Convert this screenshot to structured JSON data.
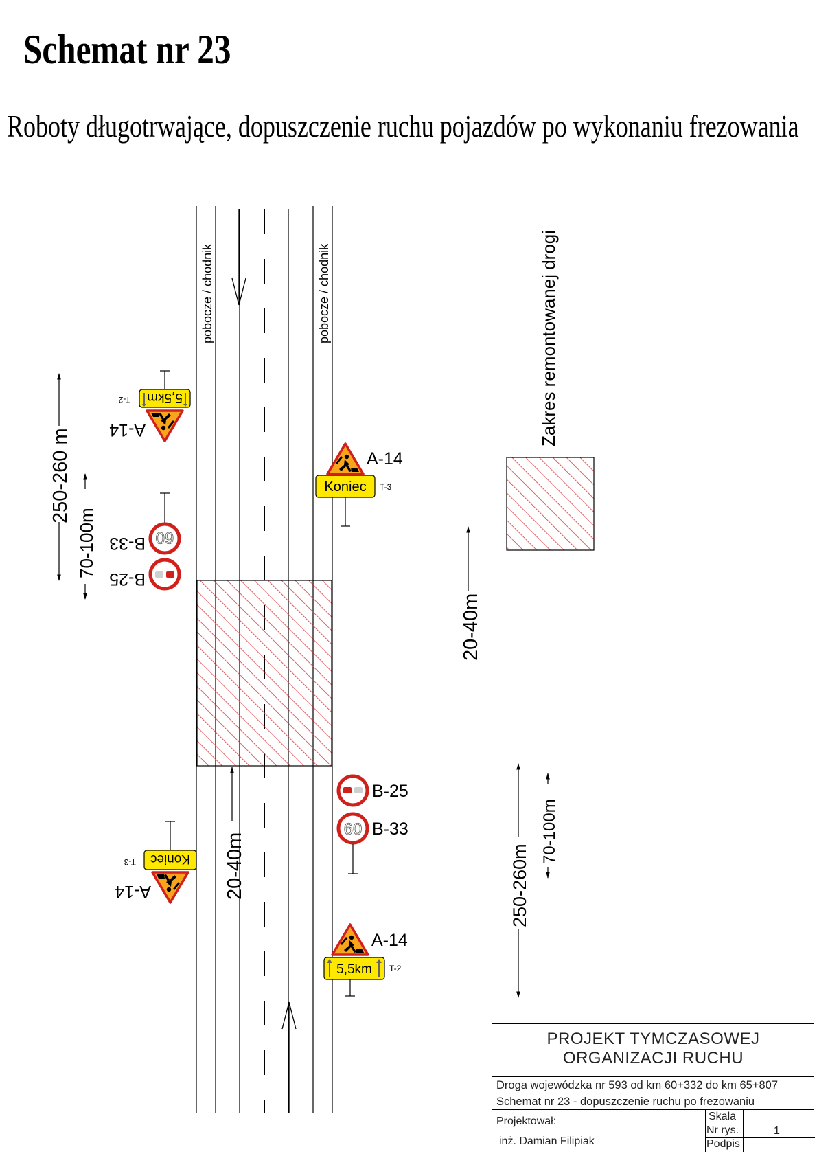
{
  "title": "Schemat nr 23",
  "subtitle": "Roboty długotrwające, dopuszczenie ruchu pojazdów po wykonaniu frezowania",
  "road_labels": {
    "left_shoulder": "pobocze / chodnik",
    "right_shoulder": "pobocze / chodnik"
  },
  "legend_label": "Zakres remontowanej drogi",
  "signs": {
    "a14": "A-14",
    "b33": "B-33",
    "b25": "B-25",
    "t2": "T-2",
    "t3": "T-3",
    "koniec": "Koniec",
    "distance_plate": "5,5km",
    "speed_limit": "60"
  },
  "dimensions": {
    "left_long": "250-260 m",
    "left_short": "70-100m",
    "right_long": "250-260m",
    "right_short": "70-100m",
    "gap_upper": "20-40m",
    "gap_lower": "20-40m"
  },
  "colors": {
    "hatch": "#e0393b",
    "sign_yellow": "#ffe800",
    "sign_orange": "#f9a51b",
    "sign_red": "#d0201c"
  },
  "title_block": {
    "heading_line1": "PROJEKT TYMCZASOWEJ",
    "heading_line2": "ORGANIZACJI RUCHU",
    "road": "Droga wojewódzka nr 593 od km 60+332 do km 65+807",
    "scheme": "Schemat nr 23 - dopuszczenie ruchu po frezowaniu",
    "designed_label": "Projektował:",
    "designer": "inż. Damian Filipiak",
    "scale_label": "Skala",
    "drawing_no_label": "Nr rys.",
    "drawing_no": "1",
    "signature_label": "Podpis"
  }
}
